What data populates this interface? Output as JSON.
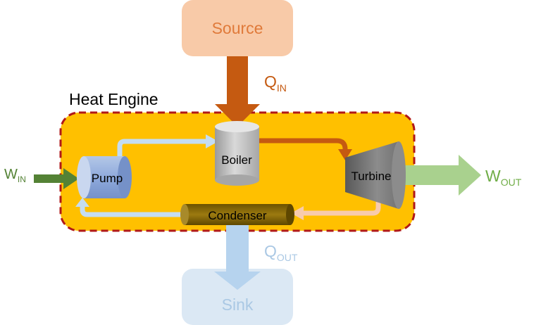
{
  "source": {
    "label": "Source"
  },
  "sink": {
    "label": "Sink"
  },
  "engine": {
    "title": "Heat Engine"
  },
  "components": {
    "pump": "Pump",
    "boiler": "Boiler",
    "turbine": "Turbine",
    "condenser": "Condenser"
  },
  "flows": {
    "q_in": {
      "main": "Q",
      "sub": "IN"
    },
    "q_out": {
      "main": "Q",
      "sub": "OUT"
    },
    "w_in": {
      "main": "W",
      "sub": "IN"
    },
    "w_out": {
      "main": "W",
      "sub": "OUT"
    }
  },
  "colors": {
    "source_box": "#f8caa8",
    "source_text": "#e07a3a",
    "sink_box": "#dbe8f4",
    "sink_text": "#aac8e4",
    "engine_fill": "#ffc000",
    "engine_border": "#b01818",
    "q_in_arrow": "#c55a11",
    "q_out_arrow": "#b6d3ee",
    "w_in_arrow": "#548235",
    "w_out_arrow": "#a9d18e",
    "w_out_text": "#70ad47",
    "pump": "#8faadc",
    "boiler": "#bfbfbf",
    "turbine": "#7f7f7f",
    "condenser": "#7f6000",
    "pipe_cold": "#c5ddf2",
    "pipe_hot": "#c55a11",
    "pipe_warm": "#f8cbad"
  }
}
